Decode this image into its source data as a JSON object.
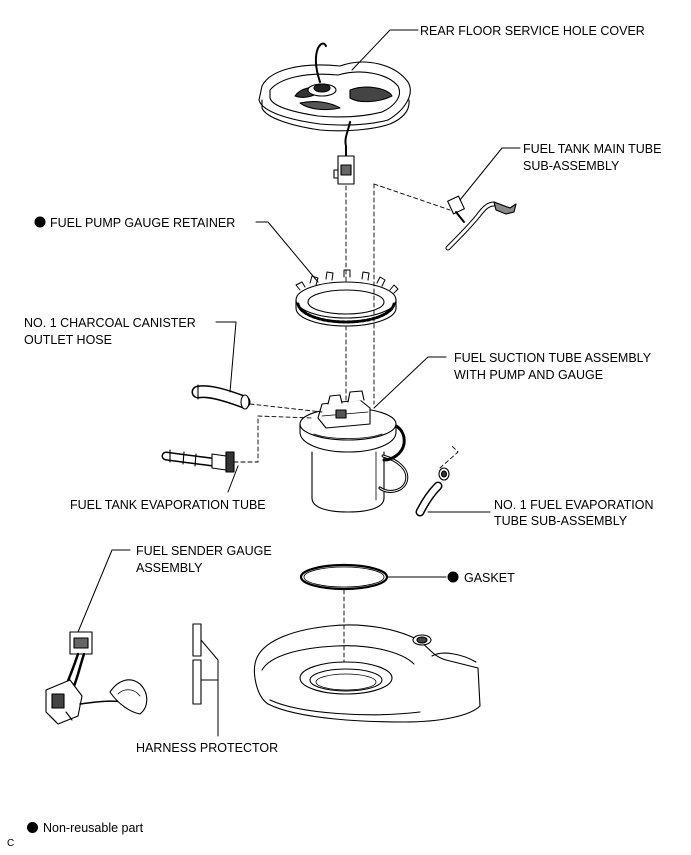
{
  "labels": {
    "rear_floor_service_hole_cover": "REAR FLOOR SERVICE HOLE COVER",
    "fuel_tank_main_tube_line1": "FUEL TANK MAIN TUBE",
    "fuel_tank_main_tube_line2": "SUB-ASSEMBLY",
    "fuel_pump_gauge_retainer": "FUEL PUMP GAUGE RETAINER",
    "charcoal_canister_hose_line1": "NO. 1 CHARCOAL CANISTER",
    "charcoal_canister_hose_line2": "OUTLET HOSE",
    "fuel_suction_tube_line1": "FUEL SUCTION TUBE ASSEMBLY",
    "fuel_suction_tube_line2": "WITH PUMP AND GAUGE",
    "fuel_tank_evaporation_tube": "FUEL TANK EVAPORATION TUBE",
    "fuel_evaporation_tube_line1": "NO. 1 FUEL EVAPORATION",
    "fuel_evaporation_tube_line2": "TUBE SUB-ASSEMBLY",
    "fuel_sender_gauge_line1": "FUEL SENDER GAUGE",
    "fuel_sender_gauge_line2": "ASSEMBLY",
    "gasket": "GASKET",
    "harness_protector": "HARNESS PROTECTOR"
  },
  "legend": {
    "non_reusable": "Non-reusable part"
  },
  "corner_mark": "C"
}
